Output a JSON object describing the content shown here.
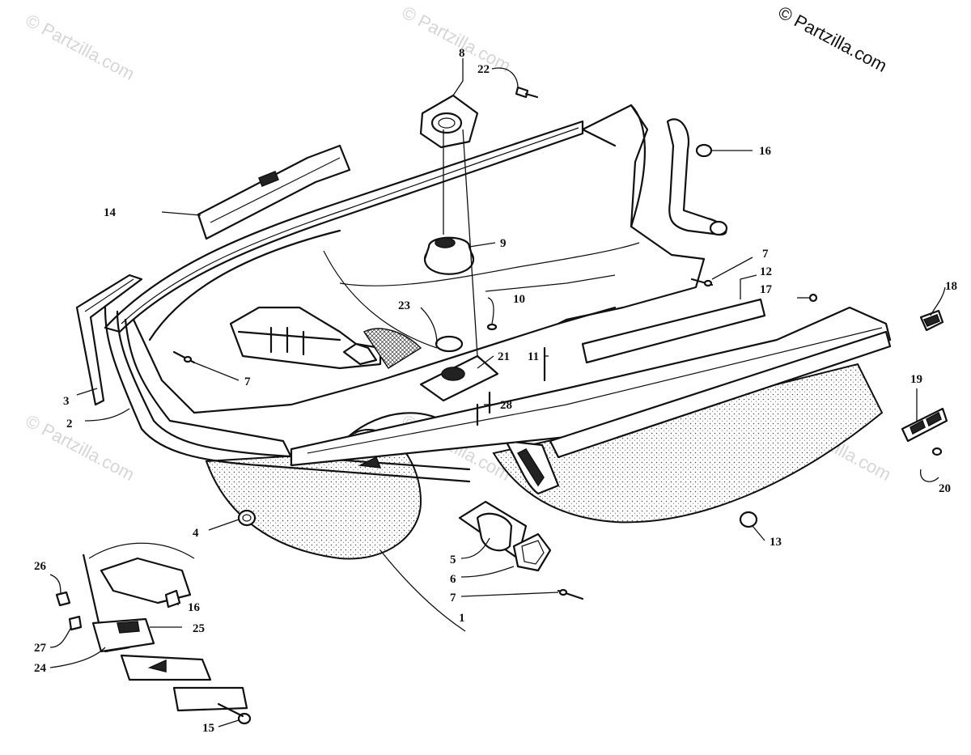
{
  "copyright": "© Partzilla.com",
  "watermark_text": "© Partzilla.com",
  "callouts": [
    {
      "id": "c1",
      "label": "1"
    },
    {
      "id": "c2",
      "label": "2"
    },
    {
      "id": "c3",
      "label": "3"
    },
    {
      "id": "c4",
      "label": "4"
    },
    {
      "id": "c5",
      "label": "5"
    },
    {
      "id": "c6",
      "label": "6"
    },
    {
      "id": "c7a",
      "label": "7"
    },
    {
      "id": "c7b",
      "label": "7"
    },
    {
      "id": "c7c",
      "label": "7"
    },
    {
      "id": "c8",
      "label": "8"
    },
    {
      "id": "c9",
      "label": "9"
    },
    {
      "id": "c10",
      "label": "10"
    },
    {
      "id": "c11",
      "label": "11"
    },
    {
      "id": "c12",
      "label": "12"
    },
    {
      "id": "c13",
      "label": "13"
    },
    {
      "id": "c14",
      "label": "14"
    },
    {
      "id": "c15",
      "label": "15"
    },
    {
      "id": "c16a",
      "label": "16"
    },
    {
      "id": "c16b",
      "label": "16"
    },
    {
      "id": "c17",
      "label": "17"
    },
    {
      "id": "c18",
      "label": "18"
    },
    {
      "id": "c19",
      "label": "19"
    },
    {
      "id": "c20",
      "label": "20"
    },
    {
      "id": "c21",
      "label": "21"
    },
    {
      "id": "c22",
      "label": "22"
    },
    {
      "id": "c23",
      "label": "23"
    },
    {
      "id": "c24",
      "label": "24"
    },
    {
      "id": "c25",
      "label": "25"
    },
    {
      "id": "c26",
      "label": "26"
    },
    {
      "id": "c27",
      "label": "27"
    },
    {
      "id": "c28",
      "label": "28"
    }
  ]
}
